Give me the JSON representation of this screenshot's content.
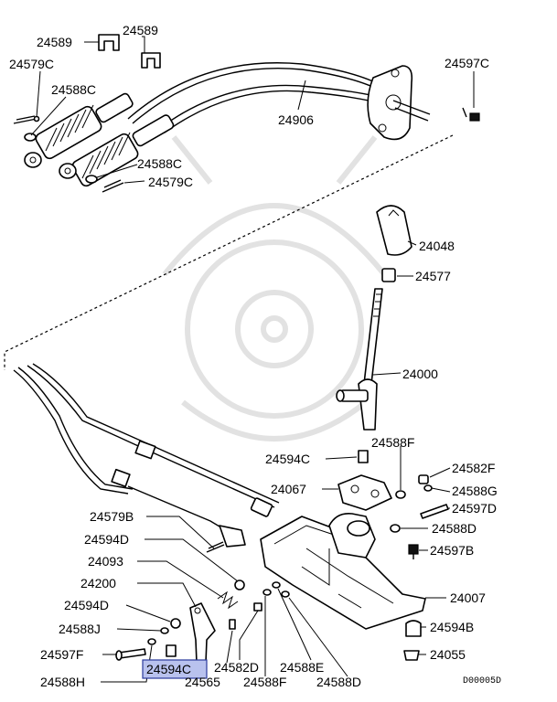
{
  "labels": {
    "p24589": "24589",
    "p24589b": "24589",
    "p24579C_top": "24579C",
    "p24588C_top": "24588C",
    "p24906": "24906",
    "p24597C": "24597C",
    "p24588C_mid": "24588C",
    "p24579C_mid": "24579C",
    "p24048": "24048",
    "p24577": "24577",
    "p24000": "24000",
    "p24594C_mid": "24594C",
    "p24588F_mid": "24588F",
    "p24582F": "24582F",
    "p24067": "24067",
    "p24588G": "24588G",
    "p24597D": "24597D",
    "p24579B": "24579B",
    "p24588D_mid": "24588D",
    "p24594D_top": "24594D",
    "p24597B": "24597B",
    "p24093": "24093",
    "p24200": "24200",
    "p24007": "24007",
    "p24594D_bot": "24594D",
    "p24588J": "24588J",
    "p24594B": "24594B",
    "p24597F": "24597F",
    "p24594C_sel": "24594C",
    "p24582D": "24582D",
    "p24588E": "24588E",
    "p24055": "24055",
    "p24588H": "24588H",
    "p24565": "24565",
    "p24588F_bot": "24588F",
    "p24588D_bot": "24588D"
  },
  "selected_part": "24594C",
  "highlight_color": "#b9c2ee",
  "diagram_code": "D00005D"
}
